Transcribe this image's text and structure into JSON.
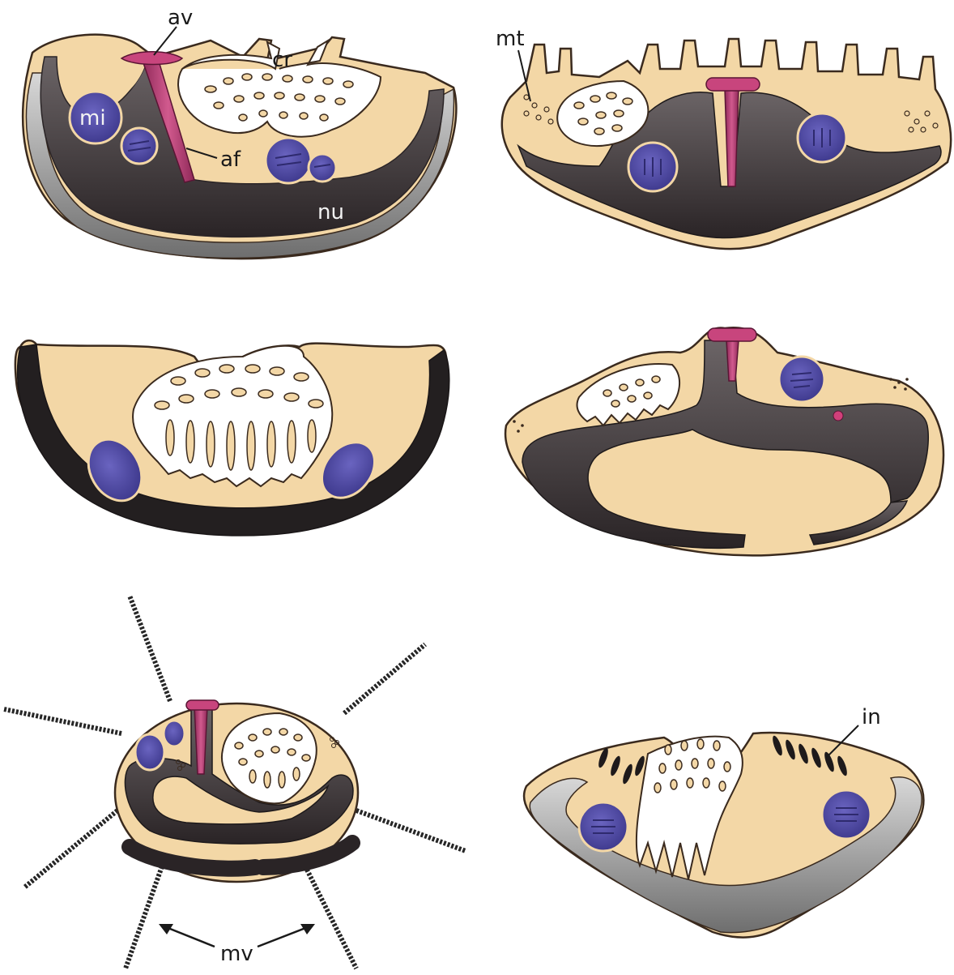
{
  "colors": {
    "cytoplasm": "#f3d7a6",
    "outline": "#3a2a1e",
    "nucleus_dark": "#2b2527",
    "nucleus_mid": "#56504f",
    "nucleus_grey": "#9a9a9a",
    "micronucleus": "#4f4aa0",
    "micronucleus_stripe": "#2e2a6e",
    "axostyle": "#b23a70",
    "vacuole": "#ffffff"
  },
  "labels": {
    "av": "av",
    "cr": "cr",
    "mi": "mi",
    "af": "af",
    "nu": "nu",
    "mt": "mt",
    "in": "in",
    "mv": "mv"
  }
}
